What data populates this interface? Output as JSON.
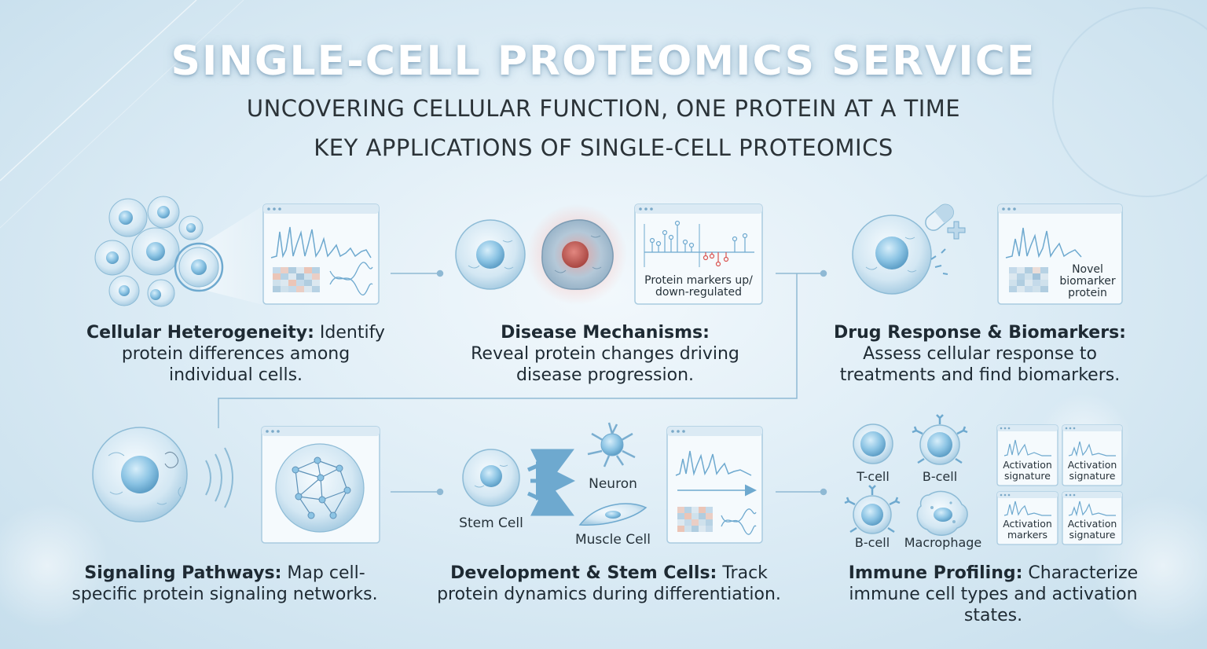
{
  "title": "SINGLE-CELL PROTEOMICS SERVICE",
  "subtitle": "UNCOVERING CELLULAR FUNCTION, ONE PROTEIN AT A TIME",
  "section_heading": "KEY APPLICATIONS OF SINGLE-CELL PROTEOMICS",
  "colors": {
    "accent": "#5b9fc6",
    "cell_fill": "#cfe6f3",
    "nucleus": "#7fbde0",
    "diseased": "#d9534f",
    "panel_border": "#a9cbe0"
  },
  "applications": [
    {
      "id": "cellular-heterogeneity",
      "heading": "Cellular Heterogeneity:",
      "text": "Identify protein differences among individual cells."
    },
    {
      "id": "disease-mechanisms",
      "heading": "Disease Mechanisms:",
      "text": "Reveal protein changes driving disease progression.",
      "panel_label": "Protein markers up/ down-regulated"
    },
    {
      "id": "drug-response",
      "heading": "Drug Response & Biomarkers:",
      "text": "Assess cellular response to treatments and find biomarkers.",
      "panel_label": "Novel biomarker protein"
    },
    {
      "id": "signaling-pathways",
      "heading": "Signaling Pathways:",
      "text": "Map cell-specific protein signaling networks."
    },
    {
      "id": "development-stem-cells",
      "heading": "Development & Stem Cells:",
      "text": "Track protein dynamics during differentiation.",
      "labels": {
        "stem": "Stem Cell",
        "neuron": "Neuron",
        "muscle": "Muscle Cell"
      }
    },
    {
      "id": "immune-profiling",
      "heading": "Immune Profiling:",
      "text": "Characterize immune cell types and activation states.",
      "cells": [
        "T-cell",
        "B-cell",
        "B-cell",
        "Macrophage"
      ],
      "mini_panels": [
        "Activation signature",
        "Activation signature",
        "Activation markers",
        "Activation signature"
      ]
    }
  ]
}
